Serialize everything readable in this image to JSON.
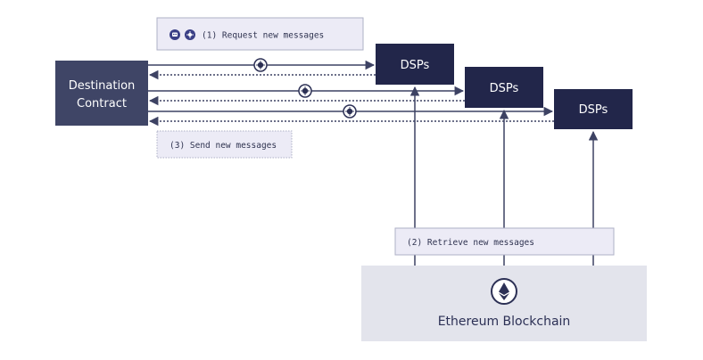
{
  "colors": {
    "dark_navy": "#22264a",
    "slate": "#3f4566",
    "label_bg": "#ecebf6",
    "label_border": "#aeb0c6",
    "blockchain_bg": "#e3e4ec",
    "line": "#3d4263"
  },
  "nodes": {
    "destination_contract": {
      "line1": "Destination",
      "line2": "Contract"
    },
    "dsp_1": "DSPs",
    "dsp_2": "DSPs",
    "dsp_3": "DSPs",
    "blockchain": {
      "label": "Ethereum Blockchain",
      "icon": "ethereum-icon"
    }
  },
  "step_labels": {
    "request": {
      "text": "(1) Request new messages",
      "icons": [
        "robot-icon",
        "network-node-icon"
      ]
    },
    "retrieve": "(2) Retrieve new messages",
    "send": "(3) Send new messages"
  },
  "arrow_icons": [
    "network-node-icon",
    "network-node-icon",
    "network-node-icon"
  ]
}
